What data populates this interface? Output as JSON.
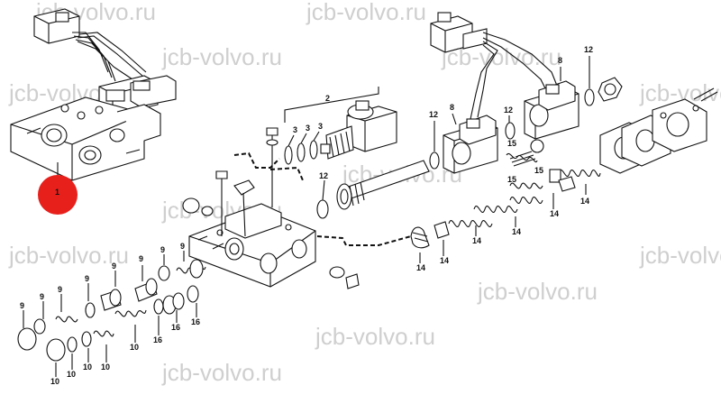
{
  "watermark": "jcb-volvo.ru",
  "highlight_color": "#e8201c",
  "callouts": {
    "main": "1",
    "c2": "2",
    "c3": "3",
    "c8": "8",
    "c9": "9",
    "c10": "10",
    "c12": "12",
    "c14": "14",
    "c15": "15",
    "c16": "16"
  }
}
